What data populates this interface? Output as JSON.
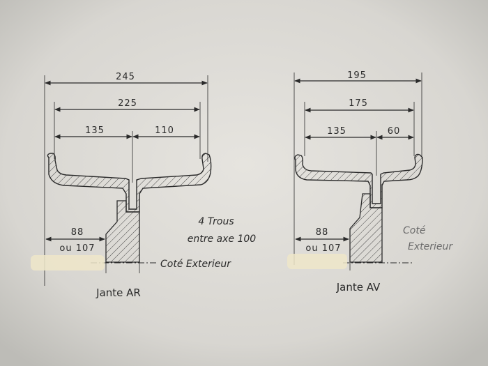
{
  "left_wheel": {
    "dims": {
      "overall": "245",
      "inner": "225",
      "center_left": "135",
      "center_right": "110"
    },
    "offset": {
      "value": "88",
      "alt": "ou 107"
    },
    "side_label": "Coté Exterieur",
    "caption": "Jante AR"
  },
  "right_wheel": {
    "dims": {
      "overall": "195",
      "inner": "175",
      "center_left": "135",
      "center_right": "60"
    },
    "offset": {
      "value": "88",
      "alt": "ou 107"
    },
    "side_label_line1": "Coté",
    "side_label_line2": "Exterieur",
    "caption": "Jante AV"
  },
  "note": {
    "line1": "4 Trous",
    "line2": "entre axe 100"
  },
  "colors": {
    "paper": "#dedcd7",
    "ink": "#2a2a2a",
    "grey_ink": "#6a6a6a",
    "highlight": "#efe6c9"
  }
}
